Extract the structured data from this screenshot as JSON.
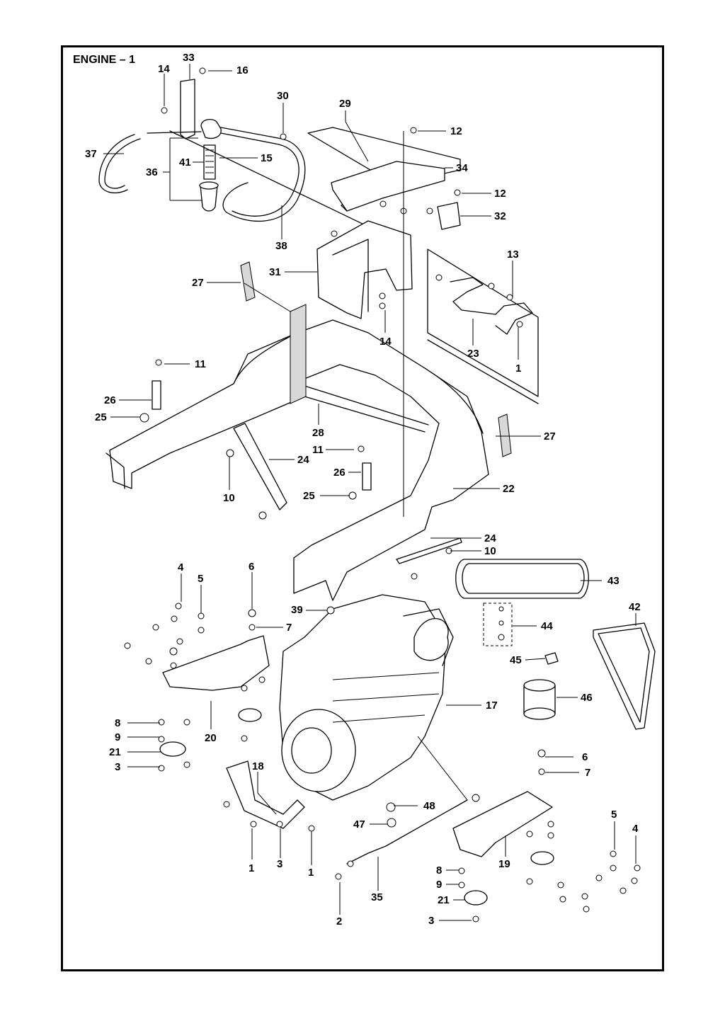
{
  "title": "ENGINE – 1",
  "callouts": [
    {
      "id": "33",
      "text": "33"
    },
    {
      "id": "14a",
      "text": "14"
    },
    {
      "id": "16",
      "text": "16"
    },
    {
      "id": "30",
      "text": "30"
    },
    {
      "id": "29",
      "text": "29"
    },
    {
      "id": "12a",
      "text": "12"
    },
    {
      "id": "37",
      "text": "37"
    },
    {
      "id": "41",
      "text": "41"
    },
    {
      "id": "15",
      "text": "15"
    },
    {
      "id": "36",
      "text": "36"
    },
    {
      "id": "34",
      "text": "34"
    },
    {
      "id": "12b",
      "text": "12"
    },
    {
      "id": "32",
      "text": "32"
    },
    {
      "id": "38",
      "text": "38"
    },
    {
      "id": "31",
      "text": "31"
    },
    {
      "id": "13",
      "text": "13"
    },
    {
      "id": "27a",
      "text": "27"
    },
    {
      "id": "14b",
      "text": "14"
    },
    {
      "id": "23",
      "text": "23"
    },
    {
      "id": "11a",
      "text": "11"
    },
    {
      "id": "1a",
      "text": "1"
    },
    {
      "id": "26a",
      "text": "26"
    },
    {
      "id": "25a",
      "text": "25"
    },
    {
      "id": "28",
      "text": "28"
    },
    {
      "id": "27b",
      "text": "27"
    },
    {
      "id": "11b",
      "text": "11"
    },
    {
      "id": "24a",
      "text": "24"
    },
    {
      "id": "26b",
      "text": "26"
    },
    {
      "id": "10a",
      "text": "10"
    },
    {
      "id": "25b",
      "text": "25"
    },
    {
      "id": "22",
      "text": "22"
    },
    {
      "id": "24b",
      "text": "24"
    },
    {
      "id": "10b",
      "text": "10"
    },
    {
      "id": "4a",
      "text": "4"
    },
    {
      "id": "6a",
      "text": "6"
    },
    {
      "id": "5a",
      "text": "5"
    },
    {
      "id": "43",
      "text": "43"
    },
    {
      "id": "39",
      "text": "39"
    },
    {
      "id": "42",
      "text": "42"
    },
    {
      "id": "7a",
      "text": "7"
    },
    {
      "id": "44",
      "text": "44"
    },
    {
      "id": "45",
      "text": "45"
    },
    {
      "id": "17",
      "text": "17"
    },
    {
      "id": "46",
      "text": "46"
    },
    {
      "id": "8a",
      "text": "8"
    },
    {
      "id": "9a",
      "text": "9"
    },
    {
      "id": "20",
      "text": "20"
    },
    {
      "id": "21a",
      "text": "21"
    },
    {
      "id": "3a",
      "text": "3"
    },
    {
      "id": "18",
      "text": "18"
    },
    {
      "id": "6b",
      "text": "6"
    },
    {
      "id": "7b",
      "text": "7"
    },
    {
      "id": "48",
      "text": "48"
    },
    {
      "id": "47",
      "text": "47"
    },
    {
      "id": "5b",
      "text": "5"
    },
    {
      "id": "4b",
      "text": "4"
    },
    {
      "id": "1b",
      "text": "1"
    },
    {
      "id": "3b",
      "text": "3"
    },
    {
      "id": "1c",
      "text": "1"
    },
    {
      "id": "19",
      "text": "19"
    },
    {
      "id": "8b",
      "text": "8"
    },
    {
      "id": "9b",
      "text": "9"
    },
    {
      "id": "35",
      "text": "35"
    },
    {
      "id": "21b",
      "text": "21"
    },
    {
      "id": "2",
      "text": "2"
    },
    {
      "id": "3c",
      "text": "3"
    }
  ]
}
